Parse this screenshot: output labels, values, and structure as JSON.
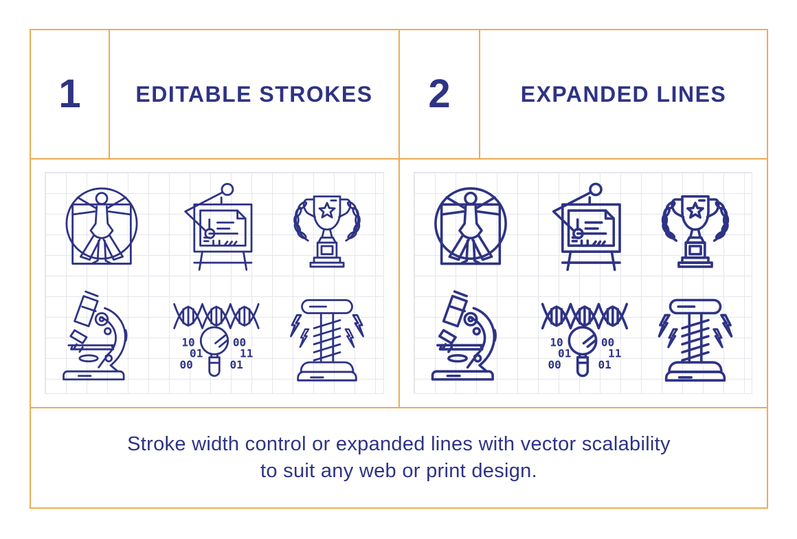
{
  "colors": {
    "border": "#f0ab57",
    "ink": "#2e3384",
    "grid_line": "#e4e6ec",
    "background": "#ffffff"
  },
  "header": {
    "sections": [
      {
        "number": "1",
        "title": "EDITABLE STROKES"
      },
      {
        "number": "2",
        "title": "EXPANDED LINES"
      }
    ]
  },
  "panels": [
    {
      "label": "editable-strokes-panel",
      "style": "editable",
      "icons": [
        "vitruvian-man-icon",
        "drafting-table-icon",
        "trophy-award-icon",
        "microscope-icon",
        "dna-research-icon",
        "tesla-coil-icon"
      ]
    },
    {
      "label": "expanded-lines-panel",
      "style": "expanded",
      "icons": [
        "vitruvian-man-icon",
        "drafting-table-icon",
        "trophy-award-icon",
        "microscope-icon",
        "dna-research-icon",
        "tesla-coil-icon"
      ]
    }
  ],
  "dna_binary": {
    "left": [
      "10",
      "01",
      "00"
    ],
    "right": [
      "00",
      "11",
      "01"
    ]
  },
  "caption": {
    "line1": "Stroke width control or expanded lines with vector scalability",
    "line2": "to suit any web or print design."
  }
}
